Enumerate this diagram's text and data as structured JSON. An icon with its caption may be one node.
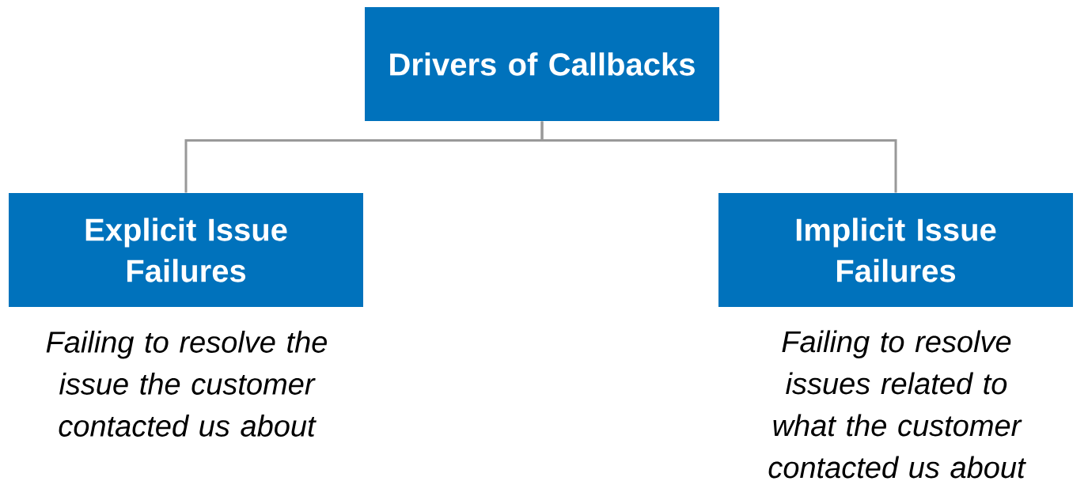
{
  "diagram": {
    "nodes": [
      {
        "text": [
          "Drivers of Callbacks"
        ]
      },
      {
        "text": [
          "Explicit Issue Failures"
        ],
        "beside": [
          "Failing to resolve the issue the customer contacted us about"
        ]
      },
      {
        "text": [
          "Implicit Issue Failures"
        ],
        "beside": [
          "Failing to resolve issues related to what the customer contacted us about"
        ]
      }
    ],
    "edges": [
      {
        "from": 0,
        "to": 1,
        "arrow": "none"
      },
      {
        "from": 0,
        "to": 2,
        "arrow": "none"
      }
    ]
  }
}
